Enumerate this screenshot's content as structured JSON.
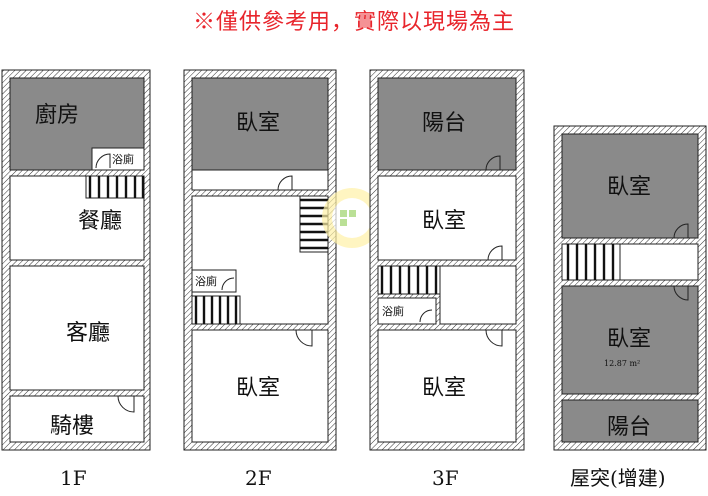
{
  "notice": "※僅供參考用，實際以現場為主",
  "floors": {
    "f1": {
      "label": "1F",
      "kitchen": "廚房",
      "bathroom": "浴廁",
      "dining": "餐廳",
      "living": "客廳",
      "arcade": "騎樓"
    },
    "f2": {
      "label": "2F",
      "bedroom_top": "臥室",
      "bathroom": "浴廁",
      "bedroom_bottom": "臥室"
    },
    "f3": {
      "label": "3F",
      "balcony": "陽台",
      "bedroom_mid": "臥室",
      "bathroom": "浴廁",
      "bedroom_bottom": "臥室"
    },
    "roof": {
      "label": "屋突(增建)",
      "bedroom_top": "臥室",
      "bedroom_bottom": "臥室",
      "area": "12.87 m²",
      "balcony": "陽台"
    }
  },
  "colors": {
    "notice": "#e8242b",
    "dark_room": "#8a8a8a",
    "wall_hatch": "#222222"
  }
}
